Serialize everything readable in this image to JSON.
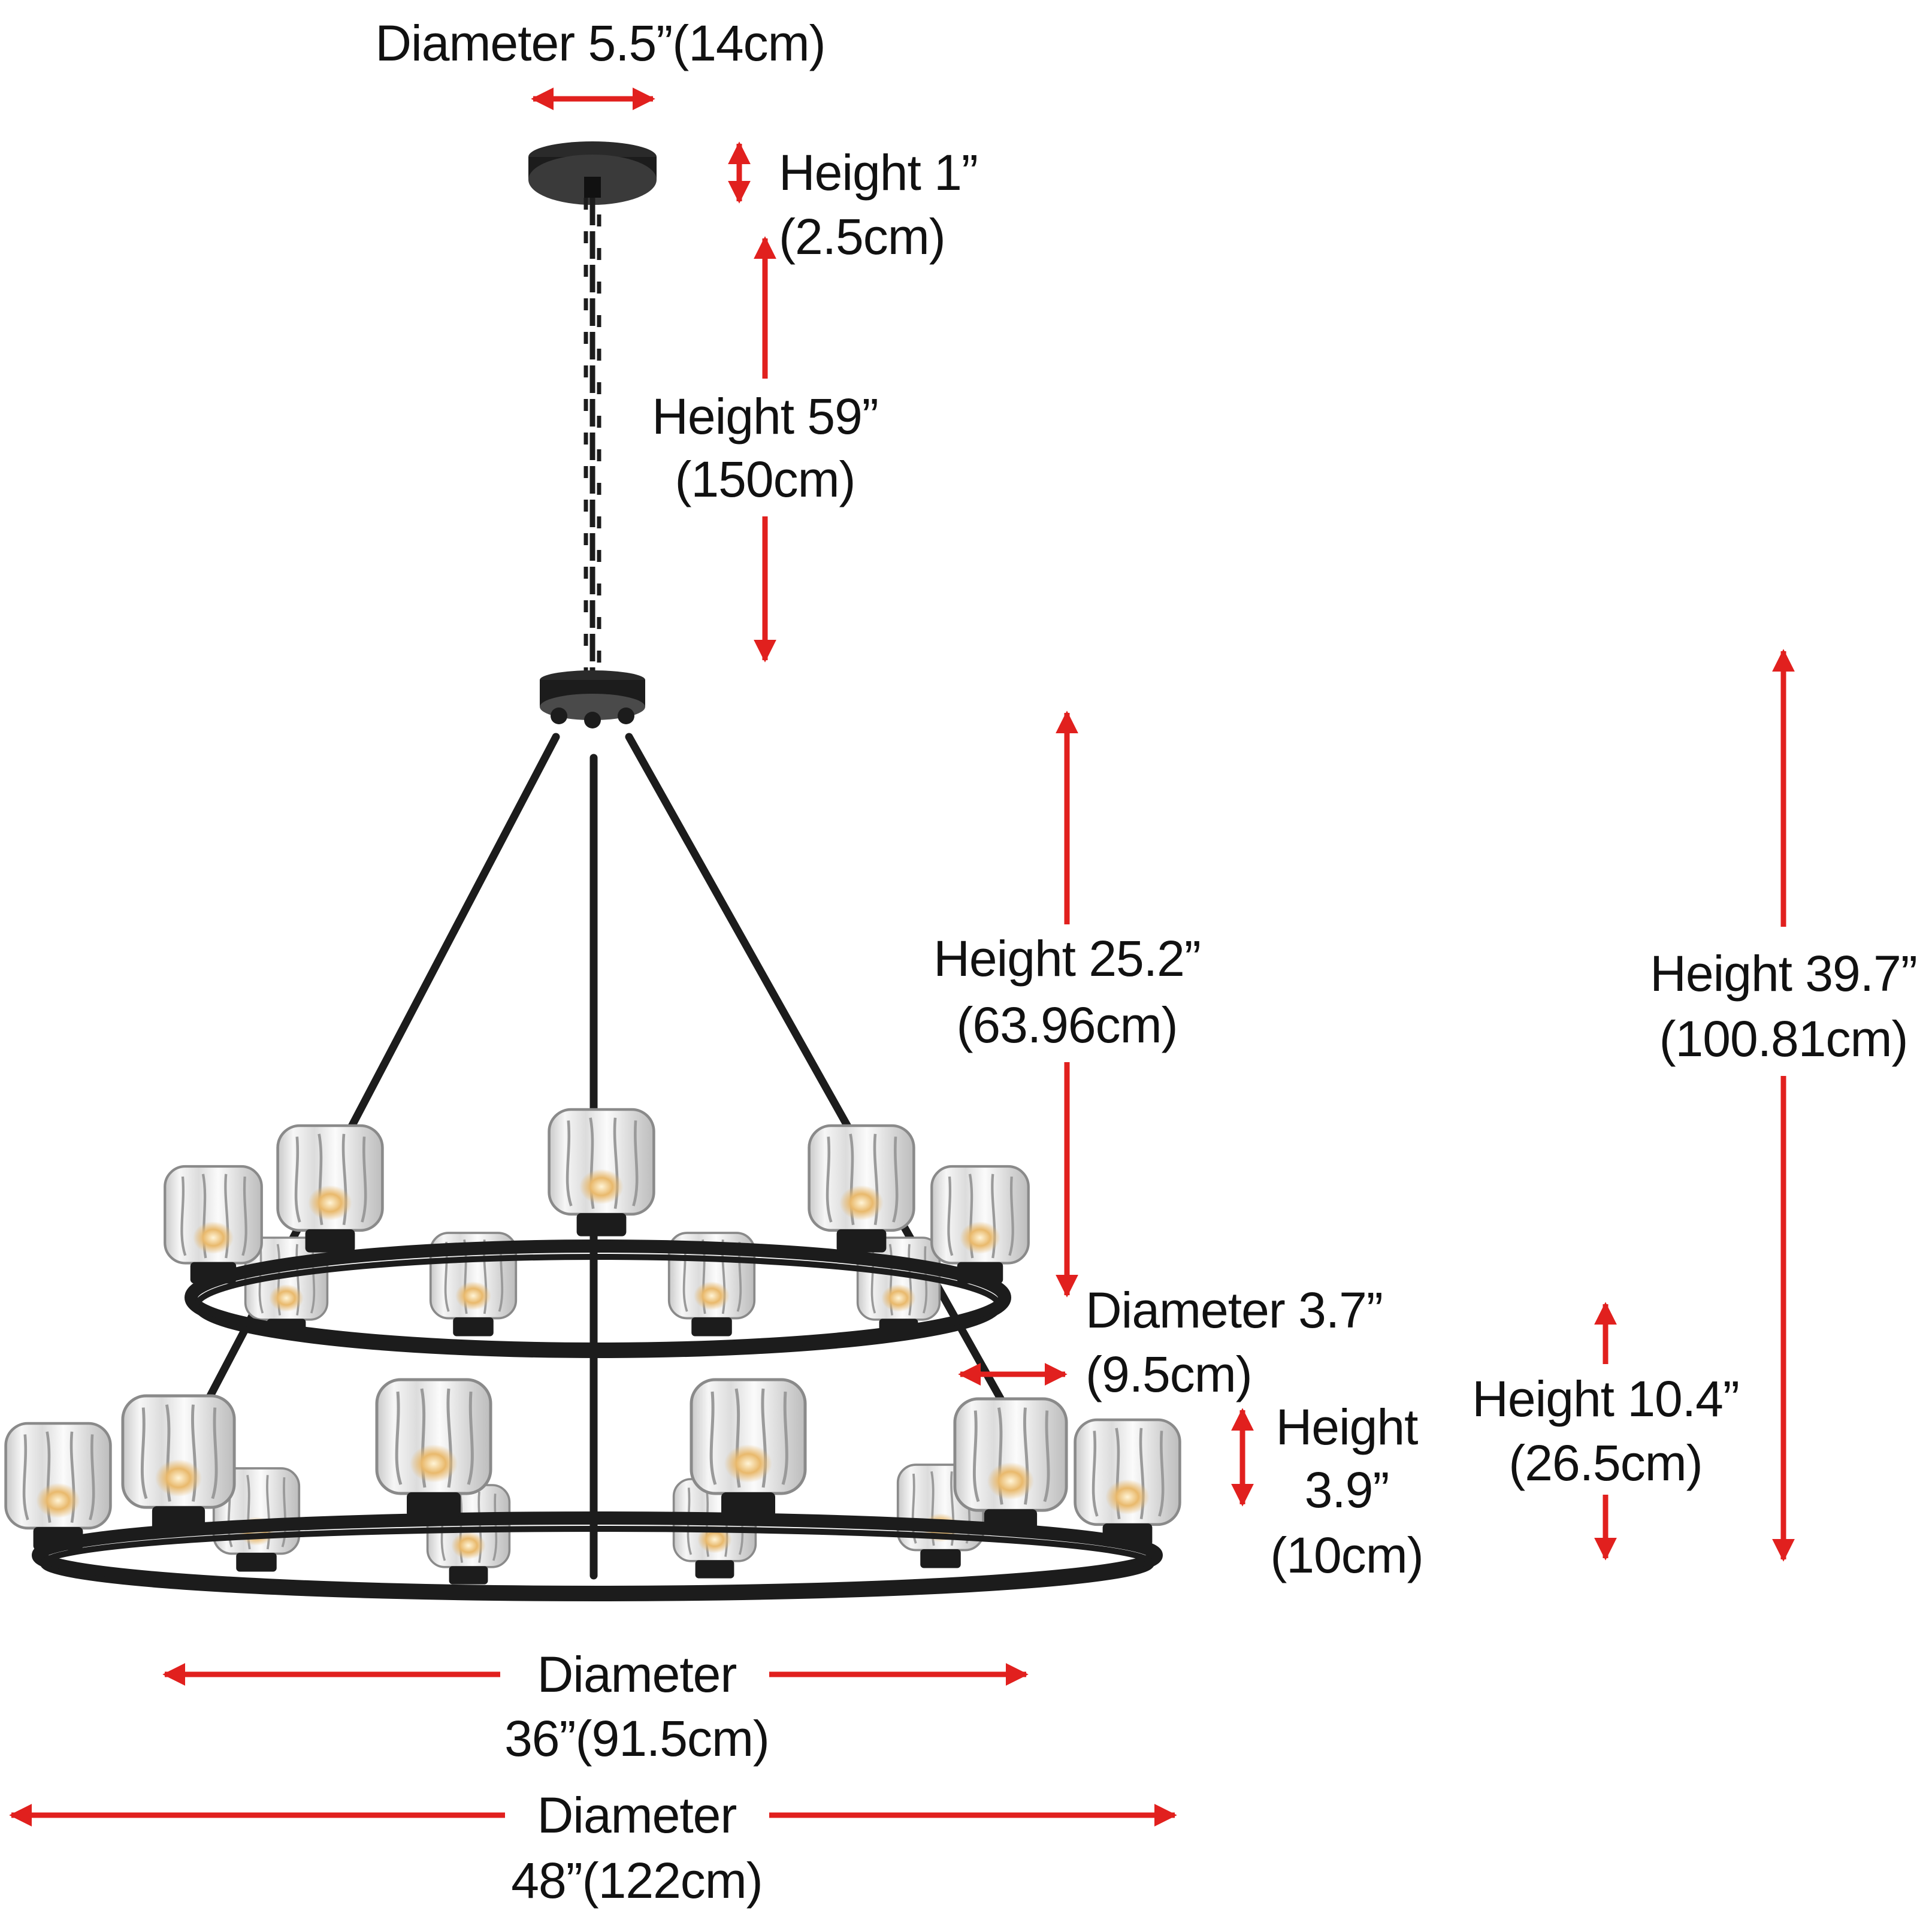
{
  "diagram": {
    "subject": "Two-tier chandelier with crystal glass shades",
    "colors": {
      "arrow": "#E1201E",
      "metal": "#1C1C1C",
      "text": "#111111",
      "background": "#FFFFFF"
    },
    "dimensions": {
      "canopy_diameter": {
        "line1": "Diameter 5.5”(14cm)"
      },
      "canopy_height": {
        "line1": "Height 1”",
        "line2": "(2.5cm)"
      },
      "chain_height": {
        "line1": "Height 59”",
        "line2": "(150cm)"
      },
      "body_height_upper": {
        "line1": "Height 25.2”",
        "line2": "(63.96cm)"
      },
      "total_body_height": {
        "line1": "Height 39.7”",
        "line2": "(100.81cm)"
      },
      "shade_diameter": {
        "line1": "Diameter 3.7”",
        "line2": "(9.5cm)"
      },
      "shade_height": {
        "line1": "Height",
        "line2": "3.9”",
        "line3": "(10cm)"
      },
      "tier_gap_height": {
        "line1": "Height 10.4”",
        "line2": "(26.5cm)"
      },
      "upper_ring_diameter": {
        "line1": "Diameter",
        "line2": "36”(91.5cm)"
      },
      "lower_ring_diameter": {
        "line1": "Diameter",
        "line2": "48”(122cm)"
      }
    },
    "components": {
      "upper_tier_shades": 9,
      "lower_tier_shades": 10
    }
  }
}
